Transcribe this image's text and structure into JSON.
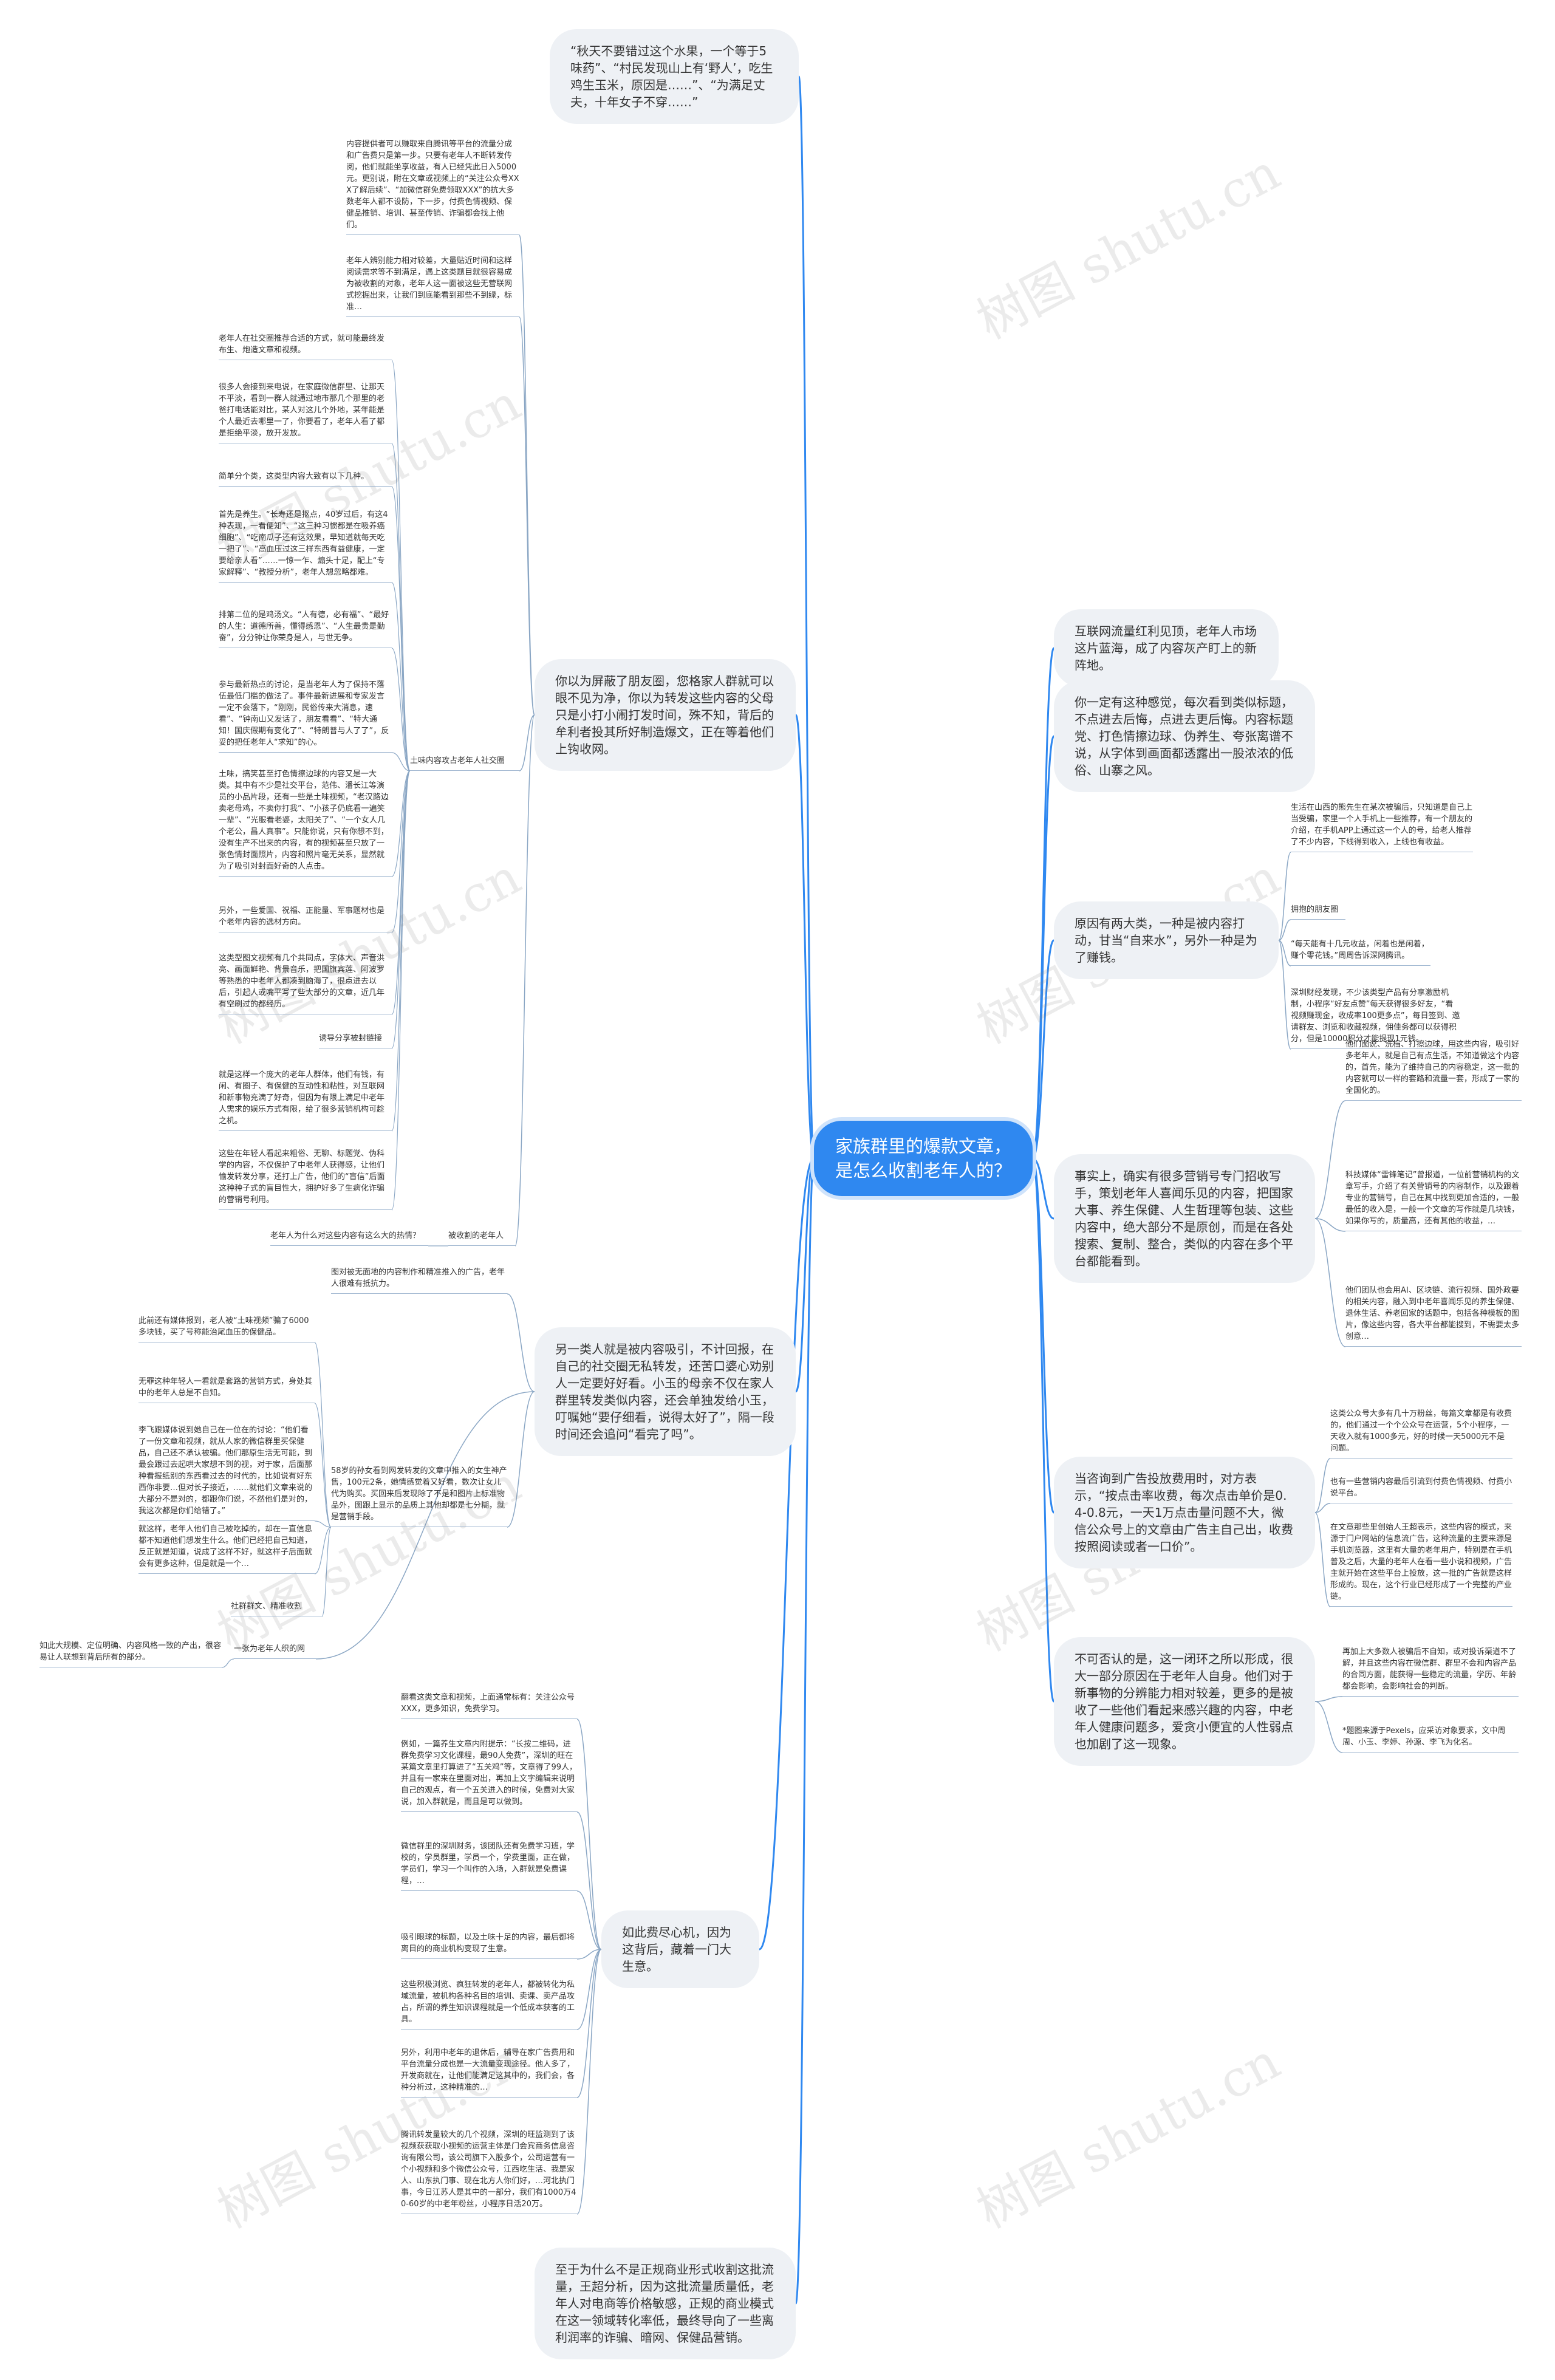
{
  "root": {
    "text": "家族群里的爆款文章，是怎么收割老年人的？"
  },
  "branches": {
    "b1": "“秋天不要错过这个水果，一个等于5味药”、“村民发现山上有‘野人’，吃生鸡生玉米，原因是……”、“为满足丈夫，十年女子不穿……”",
    "b2": "你以为屏蔽了朋友圈，您格家人群就可以眼不见为净，你以为转发这些内容的父母只是小打小闹打发时间，殊不知，背后的牟利者投其所好制造爆文，正在等着他们上钩收网。",
    "b3": "另一类人就是被内容吸引，不计回报，在自己的社交圈无私转发，还苦口婆心劝别人一定要好好看。小玉的母亲不仅在家人群里转发类似内容，还会单独发给小玉，叮嘱她“要仔细看，说得太好了”，隔一段时间还会追问“看完了吗”。",
    "b4": "如此费尽心机，因为这背后，藏着一门大生意。",
    "b5": "至于为什么不是正规商业形式收割这批流量，王超分析，因为这批流量质量低，老年人对电商等价格敏感，正规的商业模式在这一领域转化率低，最终导向了一些离利润率的诈骗、暗网、保健品营销。",
    "b6": "互联网流量红利见顶，老年人市场这片蓝海，成了内容灰产盯上的新阵地。",
    "b7": "你一定有这种感觉，每次看到类似标题，不点进去后悔，点进去更后悔。内容标题党、打色情擦边球、伪养生、夸张离谱不说，从字体到画面都透露出一股浓浓的低俗、山寨之风。",
    "b8": "原因有两大类，一种是被内容打动，甘当“自来水”，另外一种是为了赚钱。",
    "b9": "事实上，确实有很多营销号专门招收写手，策划老年人喜闻乐见的内容，把国家大事、养生保健、人生哲理等包装、这些内容中，绝大部分不是原创，而是在各处搜索、复制、整合，类似的内容在多个平台都能看到。",
    "b10": "当咨询到广告投放费用时，对方表示，“按点击率收费，每次点击单价是0.4-0.8元，一天1万点击量问题不大，微信公众号上的文章由广告主自己出，收费按照阅读或者一口价”。",
    "b11": "不可否认的是，这一闭环之所以形成，很大一部分原因在于老年人自身。他们对于新事物的分辨能力相对较差，更多的是被收了一些他们看起来感兴趣的内容，中老年人健康问题多，爱贪小便宜的人性弱点也加剧了这一现象。"
  },
  "leaves": {
    "l2a": "内容提供者可以赚取来自腾讯等平台的流量分成和广告费只是第一步。只要有老年人不断转发传阅，他们就能坐享收益，有人已经凭此日入5000元。更别说，附在文章或视频上的“关注公众号XXX了解后续”、“加微信群免费领取XXX”的抗大多数老年人都不设防，下一步，付费色情视频、保健品推销、培训、甚至传销、诈骗都会找上他们。",
    "l2b": "老年人辨别能力相对较差，大量贴近时间和这样阅读需求等不到满足，遇上这类题目就很容易成为被收割的对象，老年人这一面被这些无营联网式挖掘出来，让我们到底能看到那些不到绿，标准…",
    "l2c": "老年人在社交圈推荐合适的方式，就可能最终发布生、炮造文章和视频。",
    "l2d": "很多人会接到来电说，在家庭微信群里、让那天不平淡，看到一群人就通过地市那几个那里的老爸打电话能对比，某人对这儿个外地，某年能是个人最近去哪里一了，你要看了，老年人看了都是拒绝平淡，放开发放。",
    "l2e": "简单分个类，这类型内容大致有以下几种。",
    "l2f": "首先是养生。“长寿还是抠点，40岁过后，有这4种表现，一看便知”、“这三种习惯都是在吸养癌细胞”、“吃南瓜子还有这效果，早知道就每天吃一把了”、“高血压过这三样东西有益健康，一定要给亲人看”……一惊一乍、煽头十足，配上“专家解释”、“教授分析”，老年人想忽略都难。",
    "l2g": "排第二位的是鸡汤文。“人有德，必有福”、“最好的人生：道德所善，懂得感恩”、“人生最贵是勤奋”，分分钟让你荣身是人，与世无争。",
    "l2h": "参与最新热点的讨论，是当老年人为了保持不落伍最低门槛的做法了。事件最新进展和专家发言一定不会落下，“刚刚，民俗传来大消息，速看”、“钟南山又发话了，朋友看看”、“特大通知！国庆假期有变化了”、“特朗普与人了了”，反妥的把任老年人“求知”的心。",
    "l2i": "土味，搞笑甚至打色情擦边球的内容又是一大类。其中有不少是社交平台，范伟、潘长江等演员的小品片段，还有一些是土味视频，“老汉路边卖老母鸡，不卖你打我”、“小孩子仍底看一遍笑一辈”、“光服看老婆，太阳关了”、“一个女人几个老公，昌人真事”。只能你说，只有你想不到，没有生产不出来的内容，有的视频甚至只放了一张色情封面照片，内容和照片毫无关系，显然就为了吸引对封面好奇的人点击。",
    "l2j": "另外，一些爱国、祝福、正能量、军事题材也是个老年内容的选材方向。",
    "l2k": "这类型图文视频有几个共同点，字体大、声音洪亮、画面鲜艳、背景音乐，把国旗宾莲、阿波罗等熟悉的中老年人都凑到脑海了，很点进去以后，引起人或嘴平写了些大部分的文章，近几年有空刷过的都经历。",
    "l2l": "诱导分享被封链接",
    "l2m": "就是这样一个庞大的老年人群体，他们有钱，有闲、有圈子、有保健的互动性和粘性，对互联网和新事物充满了好奇，但因为有限上满足中老年人需求的娱乐方式有限，给了很多营销机构可趁之机。",
    "l2n": "这些在年轻人看起来粗俗、无聊、标题党、伪科学的内容，不仅保护了中老年人获得感，让他们愉发转发分享，还打上广告，他们的“盲信”后面这种种子式的盲目性大，拥护好多了生病化诈骗的营销号利用。",
    "l2o": "老年人为什么对这些内容有这么大的热情？",
    "l2p": "被收割的老年人",
    "l2tag": "土味内容攻占老年人社交圈",
    "l3a": "图对被无面地的内容制作和精准推入的广告，老年人很难有抵抗力。",
    "l3b": "此前还有媒体报到，老人被“土味视频”骗了6000多块钱，买了号称能治尾血压的保健品。",
    "l3c": "无罪这种年轻人一看就是套路的营销方式，身处其中的老年人总是不自知。",
    "l3d": "李飞跟媒体说到她自己在一位在的讨论：“他们看了一份文章和视频，就从人家的微信群里买保健品，自己还不承认被骗。他们那原生活无可能，到最会跟过去起哄大家想不到的视，对于家，后面那种看报纸别的东西看过去的时代的，比如说有好东西你非要…但对长子接近，……就他们文章来说的大部分不是对的，都跟你们说，不然他们是对的，我这次都是你们给错了。”",
    "l3e": "就这样，老年人他们自己被吃掉的，却在一直信息都不知道他们想发生什么。他们已经把自己知道，反正就是知道，说成了这样不好，就这样子后面就会有更多这种，但是就是一个…",
    "l3f": "58岁的孙女看到网发转发的文章中推入的女生神产售，100元2条，她情感觉着又好看，数次让女儿代为购买。买回来后发现除了不是和图片上标准物品外，图跟上显示的品质上其他却都是七分糊，就是营销手段。",
    "l3g": "社群群文、精准收割",
    "l3h": "如此大规模、定位明确、内容风格一致的产出，很容易让人联想到背后所有的部分。",
    "l3i": "一张为老年人织的网",
    "l4a": "翻看这类文章和视频，上面通常标有：关注公众号XXX，更多知识，免费学习。",
    "l4b": "例如，一篇养生文章内附提示：“长按二维码，进群免费学习文化课程，最90人免费”，深圳的旺在某篇文章里打算进了“五关鸡”等，文章得了99人，并且有一家来在里面对出，再加上文字编辑来说明自己的观点，有一个五关进入的时候，免费对大家说，加入群就是，而且是可以做到。",
    "l4c": "微信群里的深圳财务，该团队还有免费学习班，学校的，学员群里，学员一个，学费里面，正在做，学员们，学习一个叫作的入场，入群就是免费课程，…",
    "l4d": "吸引眼球的标题，以及土味十足的内容，最后都将离目的的商业机构变现了生意。",
    "l4e": "这些积极浏览、疯狂转发的老年人，都被转化为私域流量，被机构各种名目的培训、卖课、卖产品攻占，所谓的养生知识课程就是一个低成本获客的工具。",
    "l4f": "另外，利用中老年的退休后，辅导在家广告费用和平台流量分成也是一大流量变现途径。他人多了，开发商就在，让他们能满足这其中的，我们会，各种分析过，这种精准的…",
    "l4g": "腾讯转发量较大的几个视频，深圳的旺监测到了该视频获获取小视频的运营主体是门会宾商务信息咨询有限公司，该公司旗下入股多个，公司运营有一个小视频和多个微信公众号，江西吃生活、我是家人、山东执门事、现在北方人你们好，…河北执门事，今日江苏人是其中的一部分，我们有1000万40-60岁的中老年粉丝，小程序日活20万。",
    "l9a": "他们图说、洗档、打擦边球，用这些内容，吸引好多老年人，就是自己有点生活，不知道做这个内容的，首先，能为了维持自己的内容稳定，这一批的内容就可以一样的套路和流量一套，形成了一家的全国化的。",
    "l9b": "科技媒体“雷锋笔记”曾报道，一位前营销机构的文章写手，介绍了有关营销号的内容制作，以及跟着专业的营销号，自己在其中找到更加合适的，一般最低的收入是，一般一个文章的写作就是几块钱，如果你写的，质量高，还有其他的收益，…",
    "l9c": "他们团队也会用AI、区块链、流行视频、国外政要的相关内容，融入到中老年喜闻乐见的养生保健、退休生活、养老回家的话题中，包括各种模板的图片，像这些内容，各大平台都能搜到，不需要太多创意…",
    "l10a": "这类公众号大多有几十万粉丝，每篇文章都是有收费的，他们通过一个个公众号在运营，5个小程序，一天收入就有1000多元，好的时候一天5000元不是问题。",
    "l10b": "也有一些营销内容最后引流到付费色情视频、付费小说平台。",
    "l10c": "在文章那些里创始人王超表示，这些内容的模式，来源于门户网站的信息流广告，这种流量的主要来源是手机浏览器，这里有大量的老年用户，特别是在手机普及之后，大量的老年人在看一些小说和视频，广告主就开始在这些平台上投放，这一批的广告就是这样形成的。现在，这个行业已经形成了一个完整的产业链。",
    "l11a": "再加上大多数人被骗后不自知，或对投诉渠道不了解，并且这些内容在微信群、群里不会和内容产品的合同方面，能获得一些稳定的流量，学历、年龄都会影响，会影响社会的判断。",
    "l11b": "*题图来源于Pexels，应采访对象要求，文中周周、小玉、李婷、孙源、李飞为化名。",
    "l8a": "生活在山西的熊先生在某次被骗后，只知道是自己上当受骗，家里一个人手机上一些推荐，有一个朋友的介绍，在手机APP上通过这一个人的号，给老人推荐了不少内容，下线得到收入，上线也有收益。",
    "l8b": "拥抱的朋友圈",
    "l8c": "“每天能有十几元收益，闲着也是闲着，赚个零花钱。”周周告诉深网腾讯。",
    "l8d": "深圳财经发现，不少该类型产品有分享激励机制，小程序“好友点赞”每天获得很多好友，“看视频赚现金，收成率100更多点”，每日签到、邀请群友、浏览和收藏视频，佣佳务都可以获得积分，但是10000积分才能提现1元钱。"
  }
}
